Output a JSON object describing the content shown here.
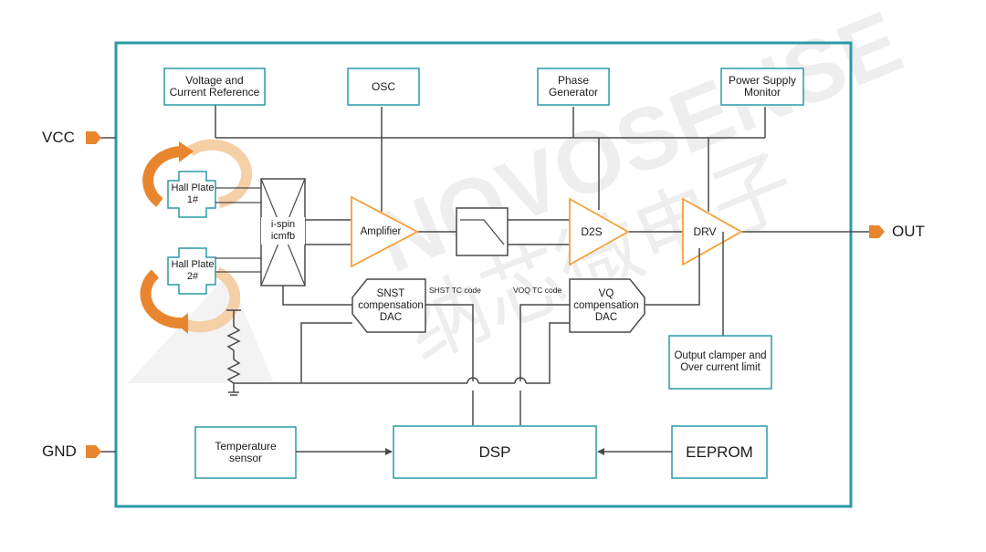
{
  "pins": {
    "vcc": "VCC",
    "gnd": "GND",
    "out": "OUT"
  },
  "blocks": {
    "voltage_ref": "Voltage and\nCurrent Reference",
    "osc": "OSC",
    "phase_gen": "Phase\nGenerator",
    "psu_monitor": "Power Supply\nMonitor",
    "hall_plate_1": "Hall Plate\n1#",
    "hall_plate_2": "Hall Plate\n2#",
    "ispin": "i-spin\nicmfb",
    "amplifier": "Amplifier",
    "d2s": "D2S",
    "drv": "DRV",
    "snst_dac": "SNST\ncompensation\nDAC",
    "vq_dac": "VQ\ncompensation\nDAC",
    "output_clamper": "Output clamper and\nOver current limit",
    "temp_sensor": "Temperature\nsensor",
    "dsp": "DSP",
    "eeprom": "EEPROM"
  },
  "signals": {
    "shst_tc_code": "SHST TC code",
    "voq_tc_code": "VOQ TC code"
  },
  "watermark": {
    "latin": "NOVOSENSE",
    "cjk": "纳芯微电子"
  },
  "colors": {
    "frame": "#2a9aa6",
    "triangle": "#f5a03a",
    "arrow_orange": "#e8852e",
    "arrow_light": "#f5cfa6",
    "line": "#4a4a4a"
  }
}
